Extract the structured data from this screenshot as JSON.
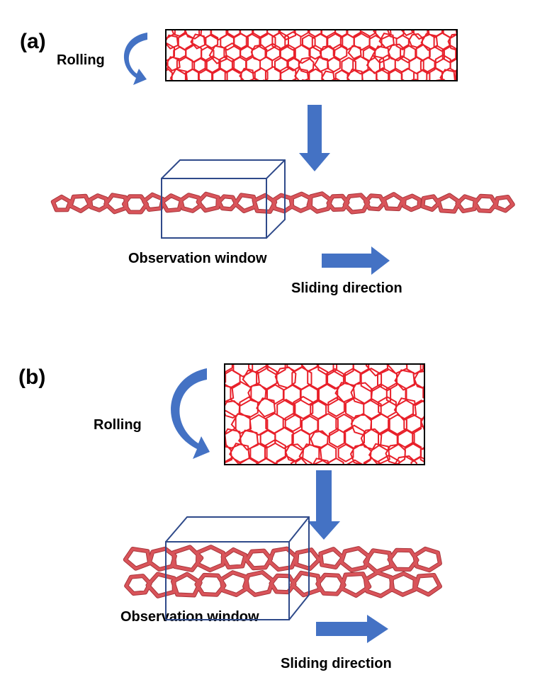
{
  "panel_a": {
    "letter": "(a)",
    "rolling": "Rolling",
    "observation": "Observation window",
    "sliding": "Sliding direction"
  },
  "panel_b": {
    "letter": "(b)",
    "rolling": "Rolling",
    "observation": "Observation window",
    "sliding": "Sliding direction"
  },
  "colors": {
    "lattice": "#e8202a",
    "tube": "#d9545a",
    "arrow": "#4472c4",
    "window": "#2f4a8a"
  }
}
